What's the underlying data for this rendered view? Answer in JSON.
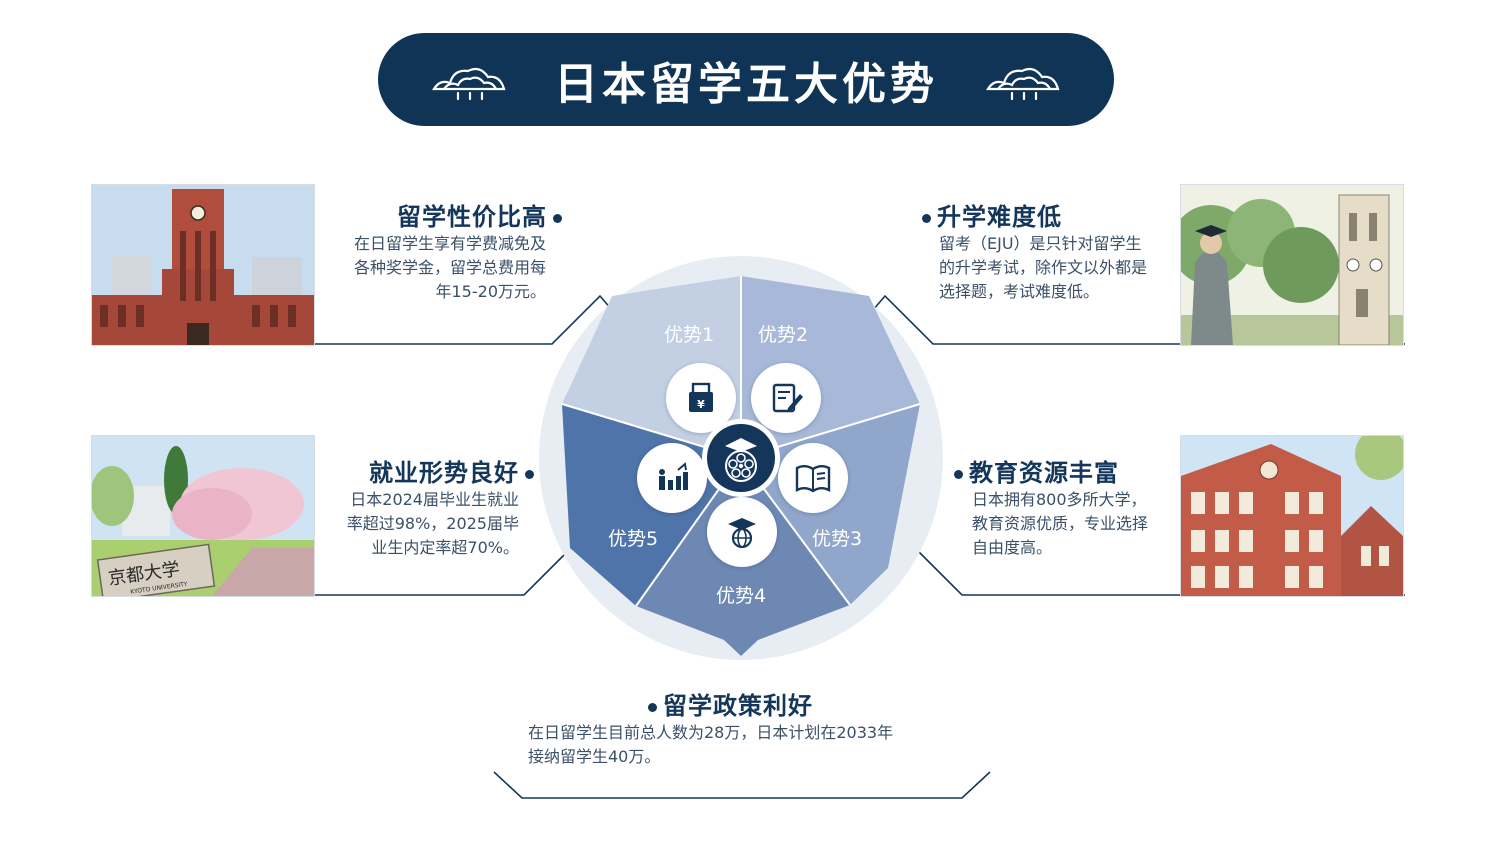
{
  "banner": {
    "title": "日本留学五大优势"
  },
  "advantages": [
    {
      "title": "留学性价比高",
      "body": [
        "在日留学生享有学费减免及",
        "各种奖学金，留学总费用每",
        "年15-20万元。"
      ],
      "segment_label": "优势1",
      "icon": "money-document-icon"
    },
    {
      "title": "升学难度低",
      "body": [
        "留考（EJU）是只针对留学生",
        "的升学考试，除作文以外都是",
        "选择题，考试难度低。"
      ],
      "segment_label": "优势2",
      "icon": "exam-paper-icon"
    },
    {
      "title": "教育资源丰富",
      "body": [
        "日本拥有800多所大学，",
        "教育资源优质，专业选择",
        "自由度高。"
      ],
      "segment_label": "优势3",
      "icon": "open-book-icon"
    },
    {
      "title": "留学政策利好",
      "body": [
        "在日留学生目前总人数为28万，日本计划在2033年",
        "接纳留学生40万。"
      ],
      "segment_label": "优势4",
      "icon": "graduation-globe-icon"
    },
    {
      "title": "就业形势良好",
      "body": [
        "日本2024届毕业生就业",
        "率超过98%，2025届毕",
        "业生内定率超70%。"
      ],
      "segment_label": "优势5",
      "icon": "career-growth-icon"
    }
  ],
  "photos": {
    "tokyo_campus": "clock-tower-campus",
    "graduate": "graduate-and-tower",
    "kyoto": "kyoto-university-sign",
    "kyoto_sign_text": "京都大学",
    "kyoto_sign_sub": "KYOTO UNIVERSITY",
    "red_building": "red-brick-building"
  },
  "colors": {
    "navy": "#0f3456",
    "seg1": "#c3cfe3",
    "seg2": "#a7b8d8",
    "seg3": "#90a6cb",
    "seg4": "#6e88b4",
    "seg5": "#4e74a9",
    "ring": "#e8edf3"
  }
}
